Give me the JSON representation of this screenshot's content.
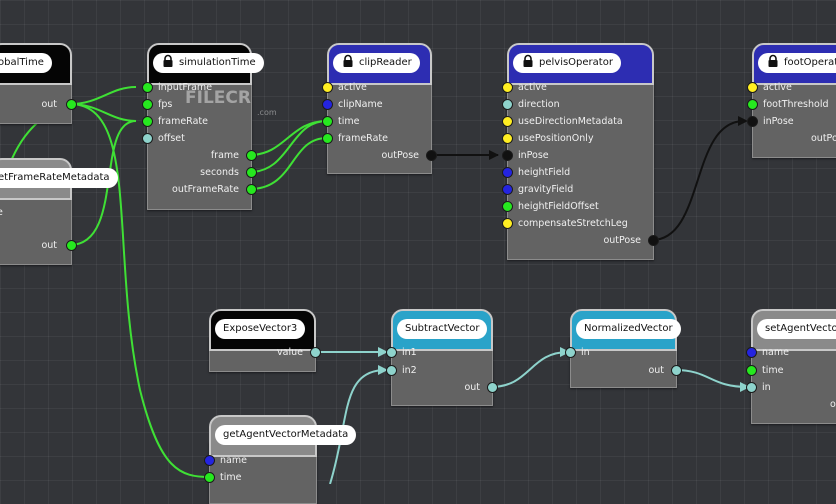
{
  "watermark": {
    "brand": "FILECR",
    "suffix": ".com"
  },
  "colors": {
    "header_black": "#050505",
    "header_blue": "#2d2db2",
    "header_teal": "#2aa3c9",
    "header_grey": "#8a8a8a",
    "port_yellow": "#ffee22",
    "port_blue": "#2424e0",
    "port_green": "#26e81f",
    "port_teal": "#8ed3cc",
    "wire_green": "#3fe035",
    "wire_teal": "#8ed3cc",
    "wire_black": "#111111"
  },
  "nodes": {
    "globalTime": {
      "title": "obalTime",
      "out": "out"
    },
    "getFrameRateMetadata": {
      "title": "etFrameRateMetadata",
      "in_partial": "e",
      "out": "out"
    },
    "simulationTime": {
      "title": "simulationTime",
      "inputs": [
        "inputFrame",
        "fps",
        "frameRate",
        "offset"
      ],
      "outputs": [
        "frame",
        "seconds",
        "outFrameRate"
      ]
    },
    "clipReader": {
      "title": "clipReader",
      "inputs": [
        "active",
        "clipName",
        "time",
        "frameRate"
      ],
      "outputs": [
        "outPose"
      ]
    },
    "pelvisOperator": {
      "title": "pelvisOperator",
      "inputs": [
        "active",
        "direction",
        "useDirectionMetadata",
        "usePositionOnly",
        "inPose",
        "heightField",
        "gravityField",
        "heightFieldOffset",
        "compensateStretchLeg"
      ],
      "outputs": [
        "outPose"
      ]
    },
    "footOperator": {
      "title": "footOperator",
      "inputs": [
        "active",
        "footThreshold",
        "inPose"
      ],
      "outputs": [
        "outPos"
      ]
    },
    "exposeVector3": {
      "title": "ExposeVector3",
      "outputs": [
        "value"
      ]
    },
    "subtractVector": {
      "title": "SubtractVector",
      "inputs": [
        "in1",
        "in2"
      ],
      "outputs": [
        "out"
      ]
    },
    "normalizedVector": {
      "title": "NormalizedVector",
      "inputs": [
        "in"
      ],
      "outputs": [
        "out"
      ]
    },
    "setAgentVectorMetadata": {
      "title": "setAgentVectorM",
      "inputs": [
        "name",
        "time",
        "in"
      ],
      "out_partial": "o"
    },
    "getAgentVectorMetadata": {
      "title": "getAgentVectorMetadata",
      "inputs": [
        "name",
        "time"
      ]
    }
  }
}
